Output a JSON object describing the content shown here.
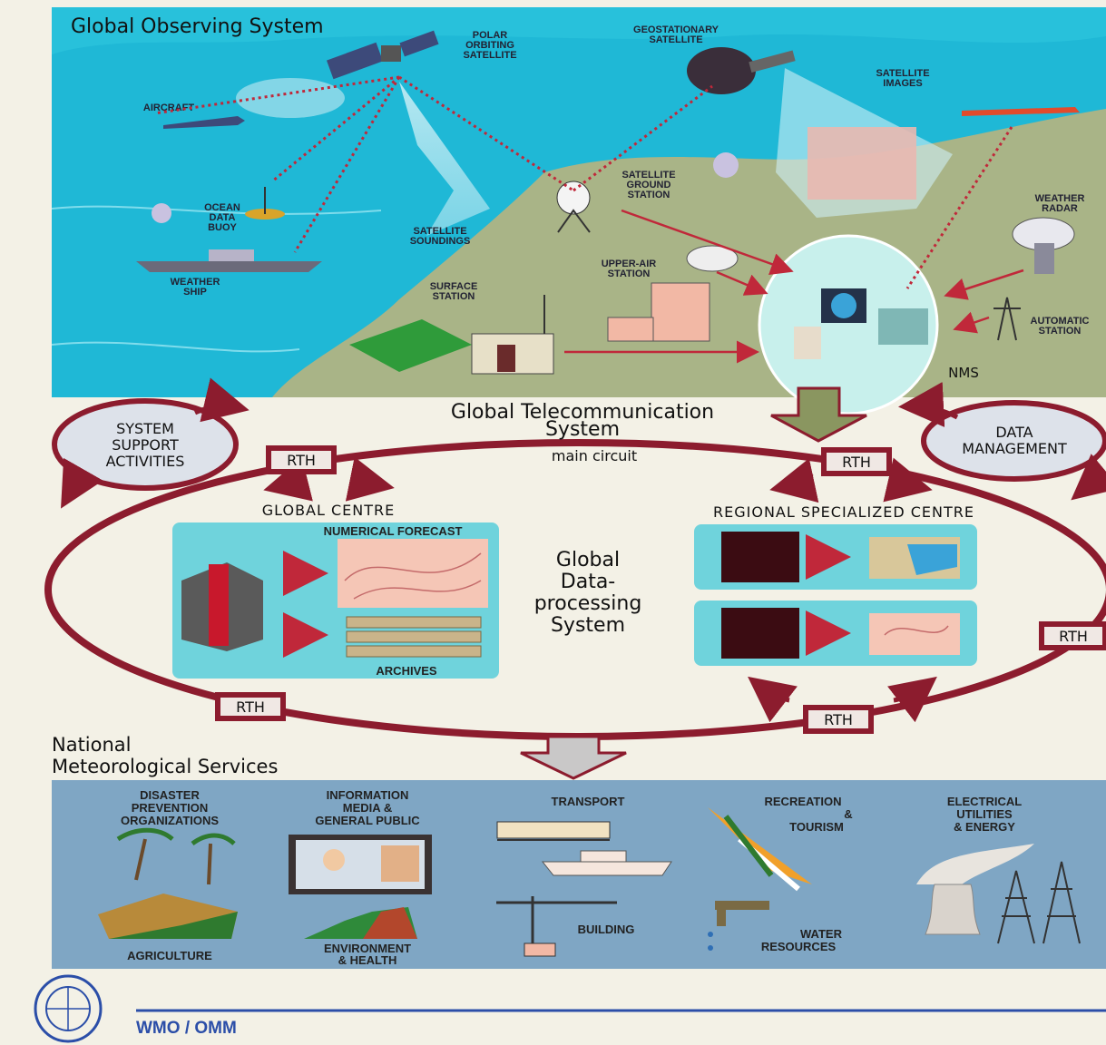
{
  "colors": {
    "sea": "#1fb8d6",
    "land": "#a9b487",
    "ring": "#8c1c2e",
    "panel": "#6fd3dc",
    "services_band": "#7fa6c4",
    "wmo_blue": "#2b4ea8",
    "observation_link": "#c0283a"
  },
  "observing": {
    "title": "Global Observing System",
    "labels": {
      "polar": [
        "POLAR",
        "ORBITING",
        "SATELLITE"
      ],
      "geo": [
        "GEOSTATIONARY",
        "SATELLITE"
      ],
      "images": [
        "SATELLITE",
        "IMAGES"
      ],
      "aircraft": "AIRCRAFT",
      "buoy": [
        "OCEAN",
        "DATA",
        "BUOY"
      ],
      "soundings": [
        "SATELLITE",
        "SOUNDINGS"
      ],
      "ground": [
        "SATELLITE",
        "GROUND",
        "STATION"
      ],
      "radar": [
        "WEATHER",
        "RADAR"
      ],
      "ship": [
        "WEATHER",
        "SHIP"
      ],
      "upper_air": [
        "UPPER-AIR",
        "STATION"
      ],
      "surface": [
        "SURFACE",
        "STATION"
      ],
      "automatic": [
        "AUTOMATIC",
        "STATION"
      ],
      "nms": "NMS"
    }
  },
  "gts": {
    "title_line1": "Global Telecommunication",
    "title_line2": "System",
    "main_circuit": "main circuit",
    "system_support": [
      "SYSTEM",
      "SUPPORT",
      "ACTIVITIES"
    ],
    "data_management": [
      "DATA",
      "MANAGEMENT"
    ],
    "rth": "RTH"
  },
  "gdps": {
    "title": [
      "Global",
      "Data-",
      "processing",
      "System"
    ],
    "global_centre": "GLOBAL CENTRE",
    "regional_centre": "REGIONAL SPECIALIZED CENTRE",
    "numerical_forecast": "NUMERICAL FORECAST",
    "archives": "ARCHIVES"
  },
  "services": {
    "title_line1": "National",
    "title_line2": "Meteorological Services",
    "categories": {
      "disaster": [
        "DISASTER",
        "PREVENTION",
        "ORGANIZATIONS"
      ],
      "media": [
        "INFORMATION",
        "MEDIA &",
        "GENERAL PUBLIC"
      ],
      "transport": "TRANSPORT",
      "recreation": [
        "RECREATION",
        "&",
        "TOURISM"
      ],
      "electrical": [
        "ELECTRICAL",
        "UTILITIES",
        "& ENERGY"
      ],
      "agriculture": "AGRICULTURE",
      "environment": [
        "ENVIRONMENT",
        "& HEALTH"
      ],
      "building": "BUILDING",
      "water": [
        "WATER",
        "RESOURCES"
      ]
    }
  },
  "footer": {
    "org": "WMO / OMM"
  }
}
